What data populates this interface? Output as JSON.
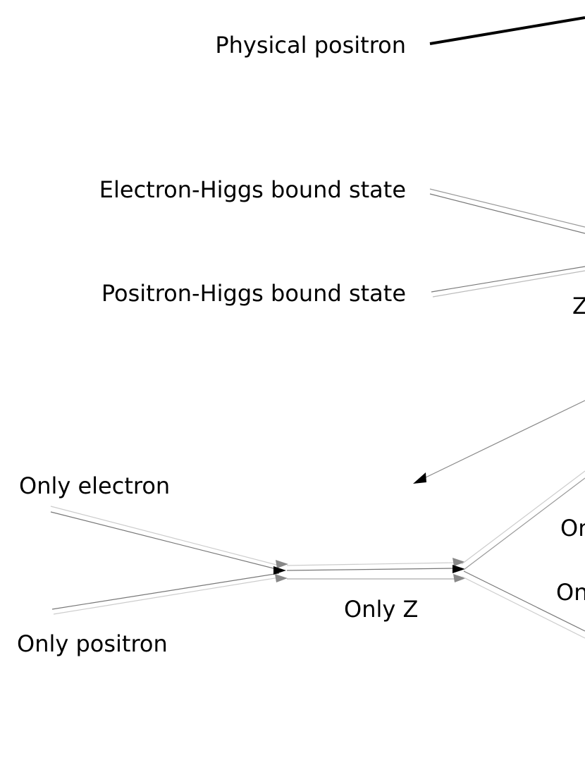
{
  "labels": {
    "physical_positron": "Physical positron",
    "electron_higgs": "Electron-Higgs bound state",
    "positron_higgs": "Positron-Higgs bound state",
    "z_partial": "Z",
    "only_electron": "Only electron",
    "only_positron": "Only positron",
    "only_z": "Only Z",
    "only_partial_1": "On",
    "only_partial_2": "On"
  },
  "colors": {
    "background": "#ffffff",
    "text": "#000000",
    "physical_line": "#000000",
    "double_line_dark": "#777777",
    "double_line_light": "#c8c8c8",
    "arrow_dark": "#000000",
    "arrow_grey": "#888888"
  }
}
